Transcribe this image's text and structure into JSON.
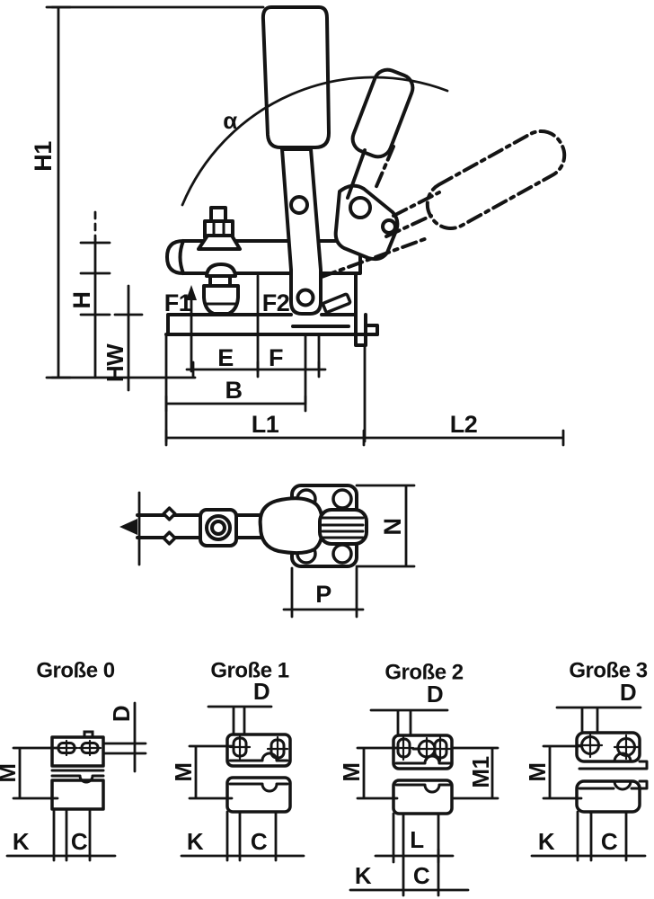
{
  "drawing": {
    "front_view": {
      "h1": "H1",
      "h": "H",
      "hw": "HW",
      "f1": "F1",
      "f2": "F2",
      "e": "E",
      "f": "F",
      "b": "B",
      "l1": "L1",
      "l2": "L2",
      "alpha": "α"
    },
    "side_view": {
      "n": "N",
      "p": "P"
    },
    "sizes": [
      {
        "title": "Große 0",
        "d": "D",
        "m": "M",
        "k": "K",
        "c": "C"
      },
      {
        "title": "Große 1",
        "d": "D",
        "m": "M",
        "k": "K",
        "c": "C"
      },
      {
        "title": "Große 2",
        "d": "D",
        "m": "M",
        "m1": "M1",
        "l": "L",
        "k": "K",
        "c": "C"
      },
      {
        "title": "Große 3",
        "d": "D",
        "m": "M",
        "k": "K",
        "c": "C"
      }
    ]
  }
}
